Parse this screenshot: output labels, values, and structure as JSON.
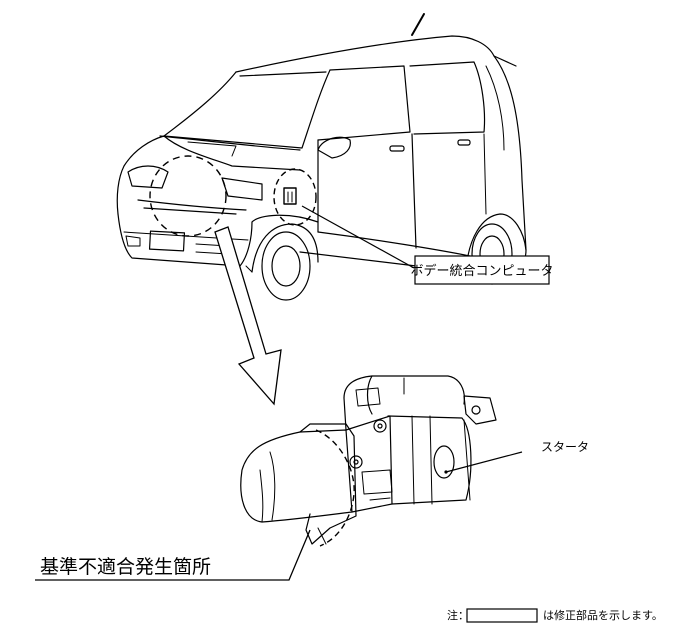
{
  "labels": {
    "body_computer": "ボデー統合コンピュータ",
    "starter": "スタータ",
    "nonconformity_location": "基準不適合発生箇所"
  },
  "note": {
    "prefix": "注：",
    "suffix": "は修正部品を示します。"
  },
  "colors": {
    "line": "#000000",
    "background": "#ffffff"
  },
  "icons": {
    "vehicle": "kei-car-illustration",
    "starter_motor": "starter-motor-illustration",
    "arrow": "hollow-arrow"
  }
}
